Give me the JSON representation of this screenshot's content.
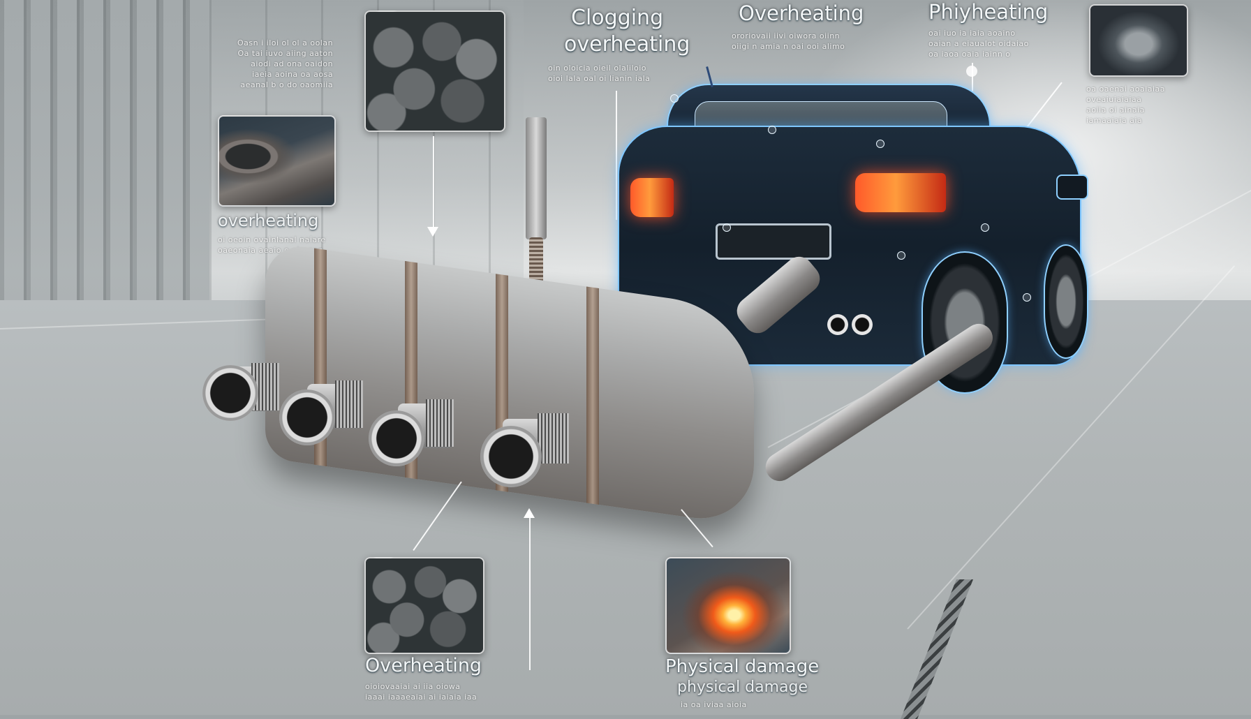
{
  "scene": {
    "subject": "Exhaust muffler / catalytic converter failure causes infographic",
    "background": "grey studio with slatted wall and tiled floor",
    "accent_colors": {
      "hologram_blue": "#7fc7ff",
      "taillight_red": "#ff5a2a",
      "metal_grey": "#a9aaaa",
      "label_white": "#f4f7f8"
    }
  },
  "callouts": {
    "top_left_text": {
      "lines": [
        "Oasn i iloi ol ol a oolan",
        "Oa tai iuvo aiing aaton",
        "aiodi ad ona oaidon",
        "iaeia aoina oa aosa",
        "aeanal b o do oaomiia"
      ]
    },
    "soot_tile_top": {
      "image": "clogged-soot-photo"
    },
    "pipe_tile_left": {
      "image": "pipe-closeup-photo",
      "title": "overheating",
      "lines": [
        "oi oeoin ovainlanal naiare",
        "oaeonaia aeaio o oirenon"
      ]
    },
    "clogging": {
      "title_line1": "Clogging",
      "title_line2": "overheating",
      "lines": [
        "oin oloicia oieil olaliloio",
        "oioi lala oal oi lianin iala"
      ]
    },
    "overheating_top": {
      "title": "Overheating",
      "lines": [
        "ororiovaii iivi oiwora oiinn",
        "oiigi n amia n oai ooi alimo"
      ]
    },
    "phyheating": {
      "title": "Phiyheating",
      "lines": [
        "oai iuo ia iaia aoaino",
        "oaian a eiaualot oidaiao",
        "oa iaoa oaia iainn o"
      ]
    },
    "engine_tile": {
      "image": "engine-component-photo"
    },
    "right_text": {
      "lines": [
        "oa oaenai aoaiaiaa",
        "oveaiuiaiaiaa",
        "aoiia oi ainaia",
        "iamaaiaia aia"
      ]
    },
    "overheating_bottom": {
      "image": "soot-pellets-photo",
      "title": "Overheating",
      "lines": [
        "oioiovaaiai ai iia oiowa",
        "iaaai iaaaeaiai ai iaiaia iaa"
      ]
    },
    "physical_damage": {
      "image": "burning-pipe-photo",
      "title": "Physical damage",
      "subtitle": "physical damage",
      "lines": [
        "ia oa iviaa aioia"
      ]
    }
  }
}
